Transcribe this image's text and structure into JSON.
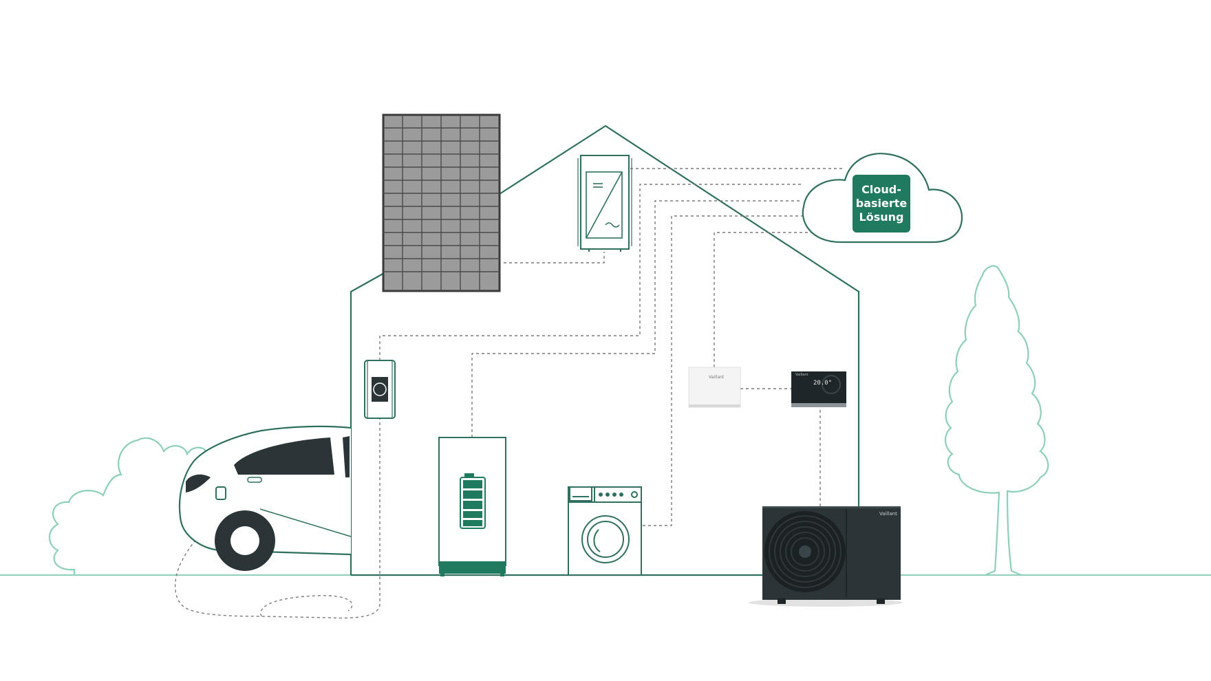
{
  "cloud": {
    "line1": "Cloud-",
    "line2": "basierte",
    "line3": "Lösung"
  },
  "gateway": {
    "brand": "Vaillant"
  },
  "thermostat": {
    "temperature": "20.0°",
    "brand": "Vaillant"
  },
  "heat_pump": {
    "brand": "Vaillant"
  },
  "colors": {
    "house_outline": "#2e6f5e",
    "vegetation": "#8ecfb7",
    "accent_green": "#1f7a60",
    "dark_device": "#2b3437",
    "connection": "#7a7a7a"
  }
}
